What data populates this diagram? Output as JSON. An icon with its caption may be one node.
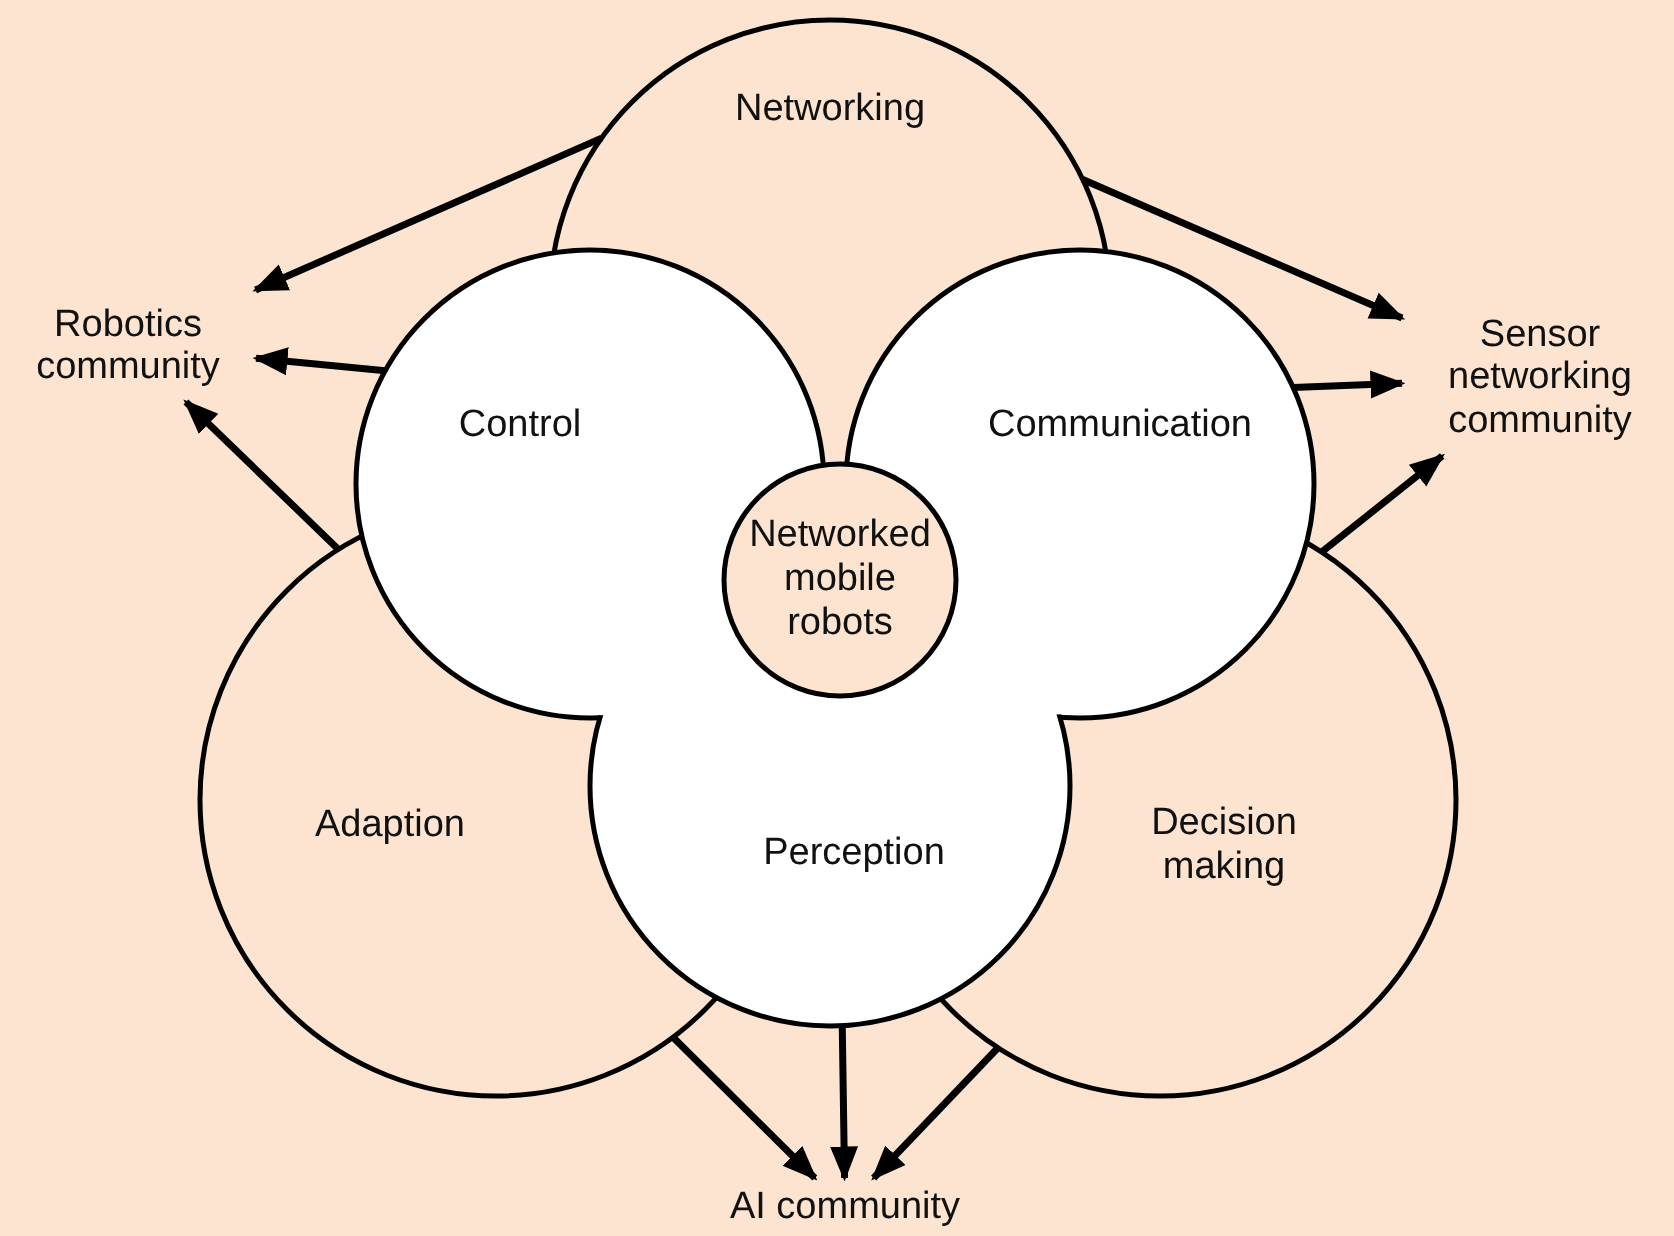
{
  "diagram": {
    "nodes": [
      {
        "text": [
          "Networking"
        ]
      },
      {
        "text": [
          "Control"
        ]
      },
      {
        "text": [
          "Communication"
        ]
      },
      {
        "text": [
          "Adaption"
        ]
      },
      {
        "text": [
          "Perception"
        ]
      },
      {
        "text": [
          "Decision making"
        ]
      },
      {
        "text": [
          "Networked mobile robots"
        ]
      },
      {
        "text": [
          "Robotics community"
        ]
      },
      {
        "text": [
          "Sensor networking community"
        ]
      },
      {
        "text": [
          "AI community"
        ]
      }
    ],
    "edges": [
      {
        "from": 0,
        "to": 7,
        "arrow": "to"
      },
      {
        "from": 1,
        "to": 7,
        "arrow": "to"
      },
      {
        "from": 3,
        "to": 7,
        "arrow": "to"
      },
      {
        "from": 0,
        "to": 8,
        "arrow": "to"
      },
      {
        "from": 2,
        "to": 8,
        "arrow": "to"
      },
      {
        "from": 5,
        "to": 8,
        "arrow": "to"
      },
      {
        "from": 3,
        "to": 9,
        "arrow": "to"
      },
      {
        "from": 4,
        "to": 9,
        "arrow": "to"
      },
      {
        "from": 5,
        "to": 9,
        "arrow": "to"
      }
    ]
  }
}
